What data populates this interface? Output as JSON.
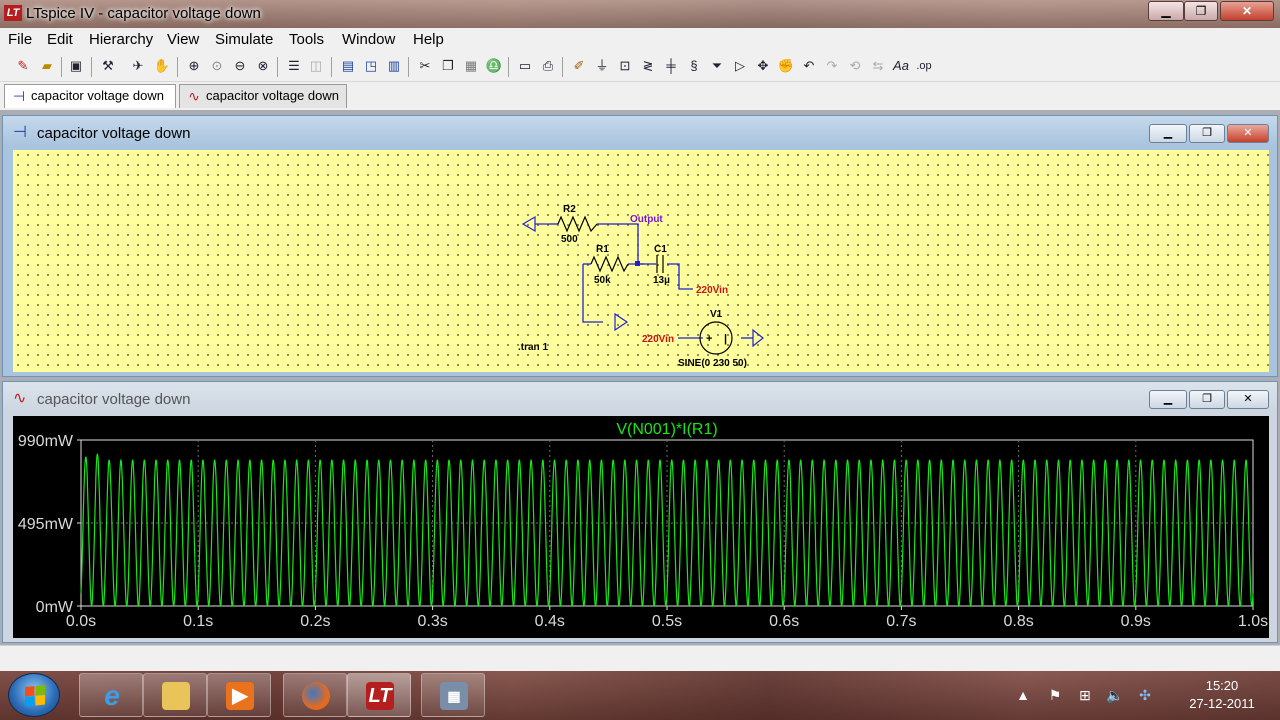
{
  "window": {
    "title": "LTspice IV - capacitor voltage down",
    "app_icon": "LT"
  },
  "menu": [
    "File",
    "Edit",
    "Hierarchy",
    "View",
    "Simulate",
    "Tools",
    "Window",
    "Help"
  ],
  "tabs": [
    {
      "label": "capacitor voltage down",
      "icon": "schematic-icon",
      "active": true
    },
    {
      "label": "capacitor voltage down",
      "icon": "waveform-icon",
      "active": false
    }
  ],
  "schematic": {
    "title": "capacitor voltage down",
    "components": {
      "R2": {
        "name": "R2",
        "value": "500"
      },
      "R1": {
        "name": "R1",
        "value": "50k"
      },
      "C1": {
        "name": "C1",
        "value": "13µ"
      },
      "V1": {
        "name": "V1",
        "value": "SINE(0 230 50)"
      }
    },
    "labels": {
      "output": "Output",
      "vin_c1": "220Vin",
      "vin_v1": "220Vin"
    },
    "directive": ".tran 1",
    "colors": {
      "background": "#ffff9d",
      "wire": "#2020d0",
      "component": "#000000",
      "label_output": "#7b16d6",
      "label_vin": "#d01010"
    }
  },
  "plot": {
    "title": "capacitor voltage down",
    "colors": {
      "trace": "#19e619",
      "grid": "#6e6e6e",
      "axis_text": "#d9d9d9"
    }
  },
  "chart_data": {
    "type": "line",
    "title": "V(N001)*I(R1)",
    "xlabel": "",
    "ylabel": "",
    "xlim": [
      0,
      1.0
    ],
    "ylim": [
      0,
      990
    ],
    "x_ticks": [
      "0.0s",
      "0.1s",
      "0.2s",
      "0.3s",
      "0.4s",
      "0.5s",
      "0.6s",
      "0.7s",
      "0.8s",
      "0.9s",
      "1.0s"
    ],
    "y_ticks": [
      "0mW",
      "495mW",
      "990mW"
    ],
    "grid": true,
    "series": [
      {
        "name": "V(N001)*I(R1)",
        "waveform": "sin_squared",
        "frequency_hz": 50,
        "peak_mW": 870,
        "first_peak_mW": 940,
        "min_mW": 0
      }
    ]
  },
  "taskbar": {
    "buttons": [
      "internet-explorer",
      "windows-explorer",
      "media-player",
      "firefox",
      "ltspice",
      "calculator"
    ],
    "clock": {
      "time": "15:20",
      "date": "27-12-2011"
    }
  }
}
